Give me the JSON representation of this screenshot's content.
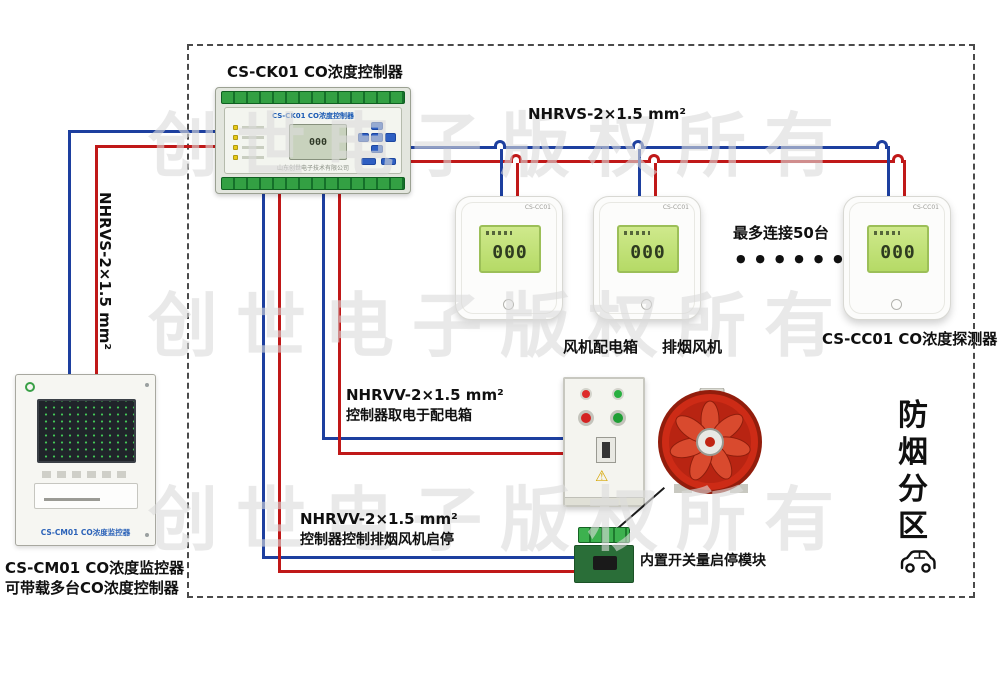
{
  "watermark": {
    "text": "创世电子版权所有"
  },
  "controller": {
    "title": "CS-CK01 CO浓度控制器",
    "panel_label": "CS-CK01 CO浓度控制器",
    "lcd_value": "000",
    "company": "山东创世电子技术有限公司"
  },
  "monitor": {
    "device_label": "CS-CM01 CO浓度监控器",
    "caption_line1": "CS-CM01 CO浓度监控器",
    "caption_line2": "可带载多台CO浓度控制器"
  },
  "detector": {
    "model": "CS-CC01",
    "lcd_value": "000",
    "caption": "CS-CC01 CO浓度探测器",
    "max_note": "最多连接50台",
    "dots": "● ● ● ● ● ●"
  },
  "cables": {
    "top": "NHRVS-2×1.5 mm²",
    "left": "NHRVS-2×1.5 mm²",
    "power_line1": "NHRVV-2×1.5 mm²",
    "power_line2": "控制器取电于配电箱",
    "fan_line1": "NHRVV-2×1.5 mm²",
    "fan_line2": "控制器控制排烟风机启停"
  },
  "equipment": {
    "fan_box_label": "风机配电箱",
    "fan_label": "排烟风机",
    "module_label": "内置开关量启停模块"
  },
  "zone": {
    "label": "防烟分区"
  },
  "icons": {
    "warning": "⚠"
  },
  "colors": {
    "wire_blue": "#1d3f9f",
    "wire_red": "#c01818",
    "lcd_green": "#c3e27a"
  }
}
